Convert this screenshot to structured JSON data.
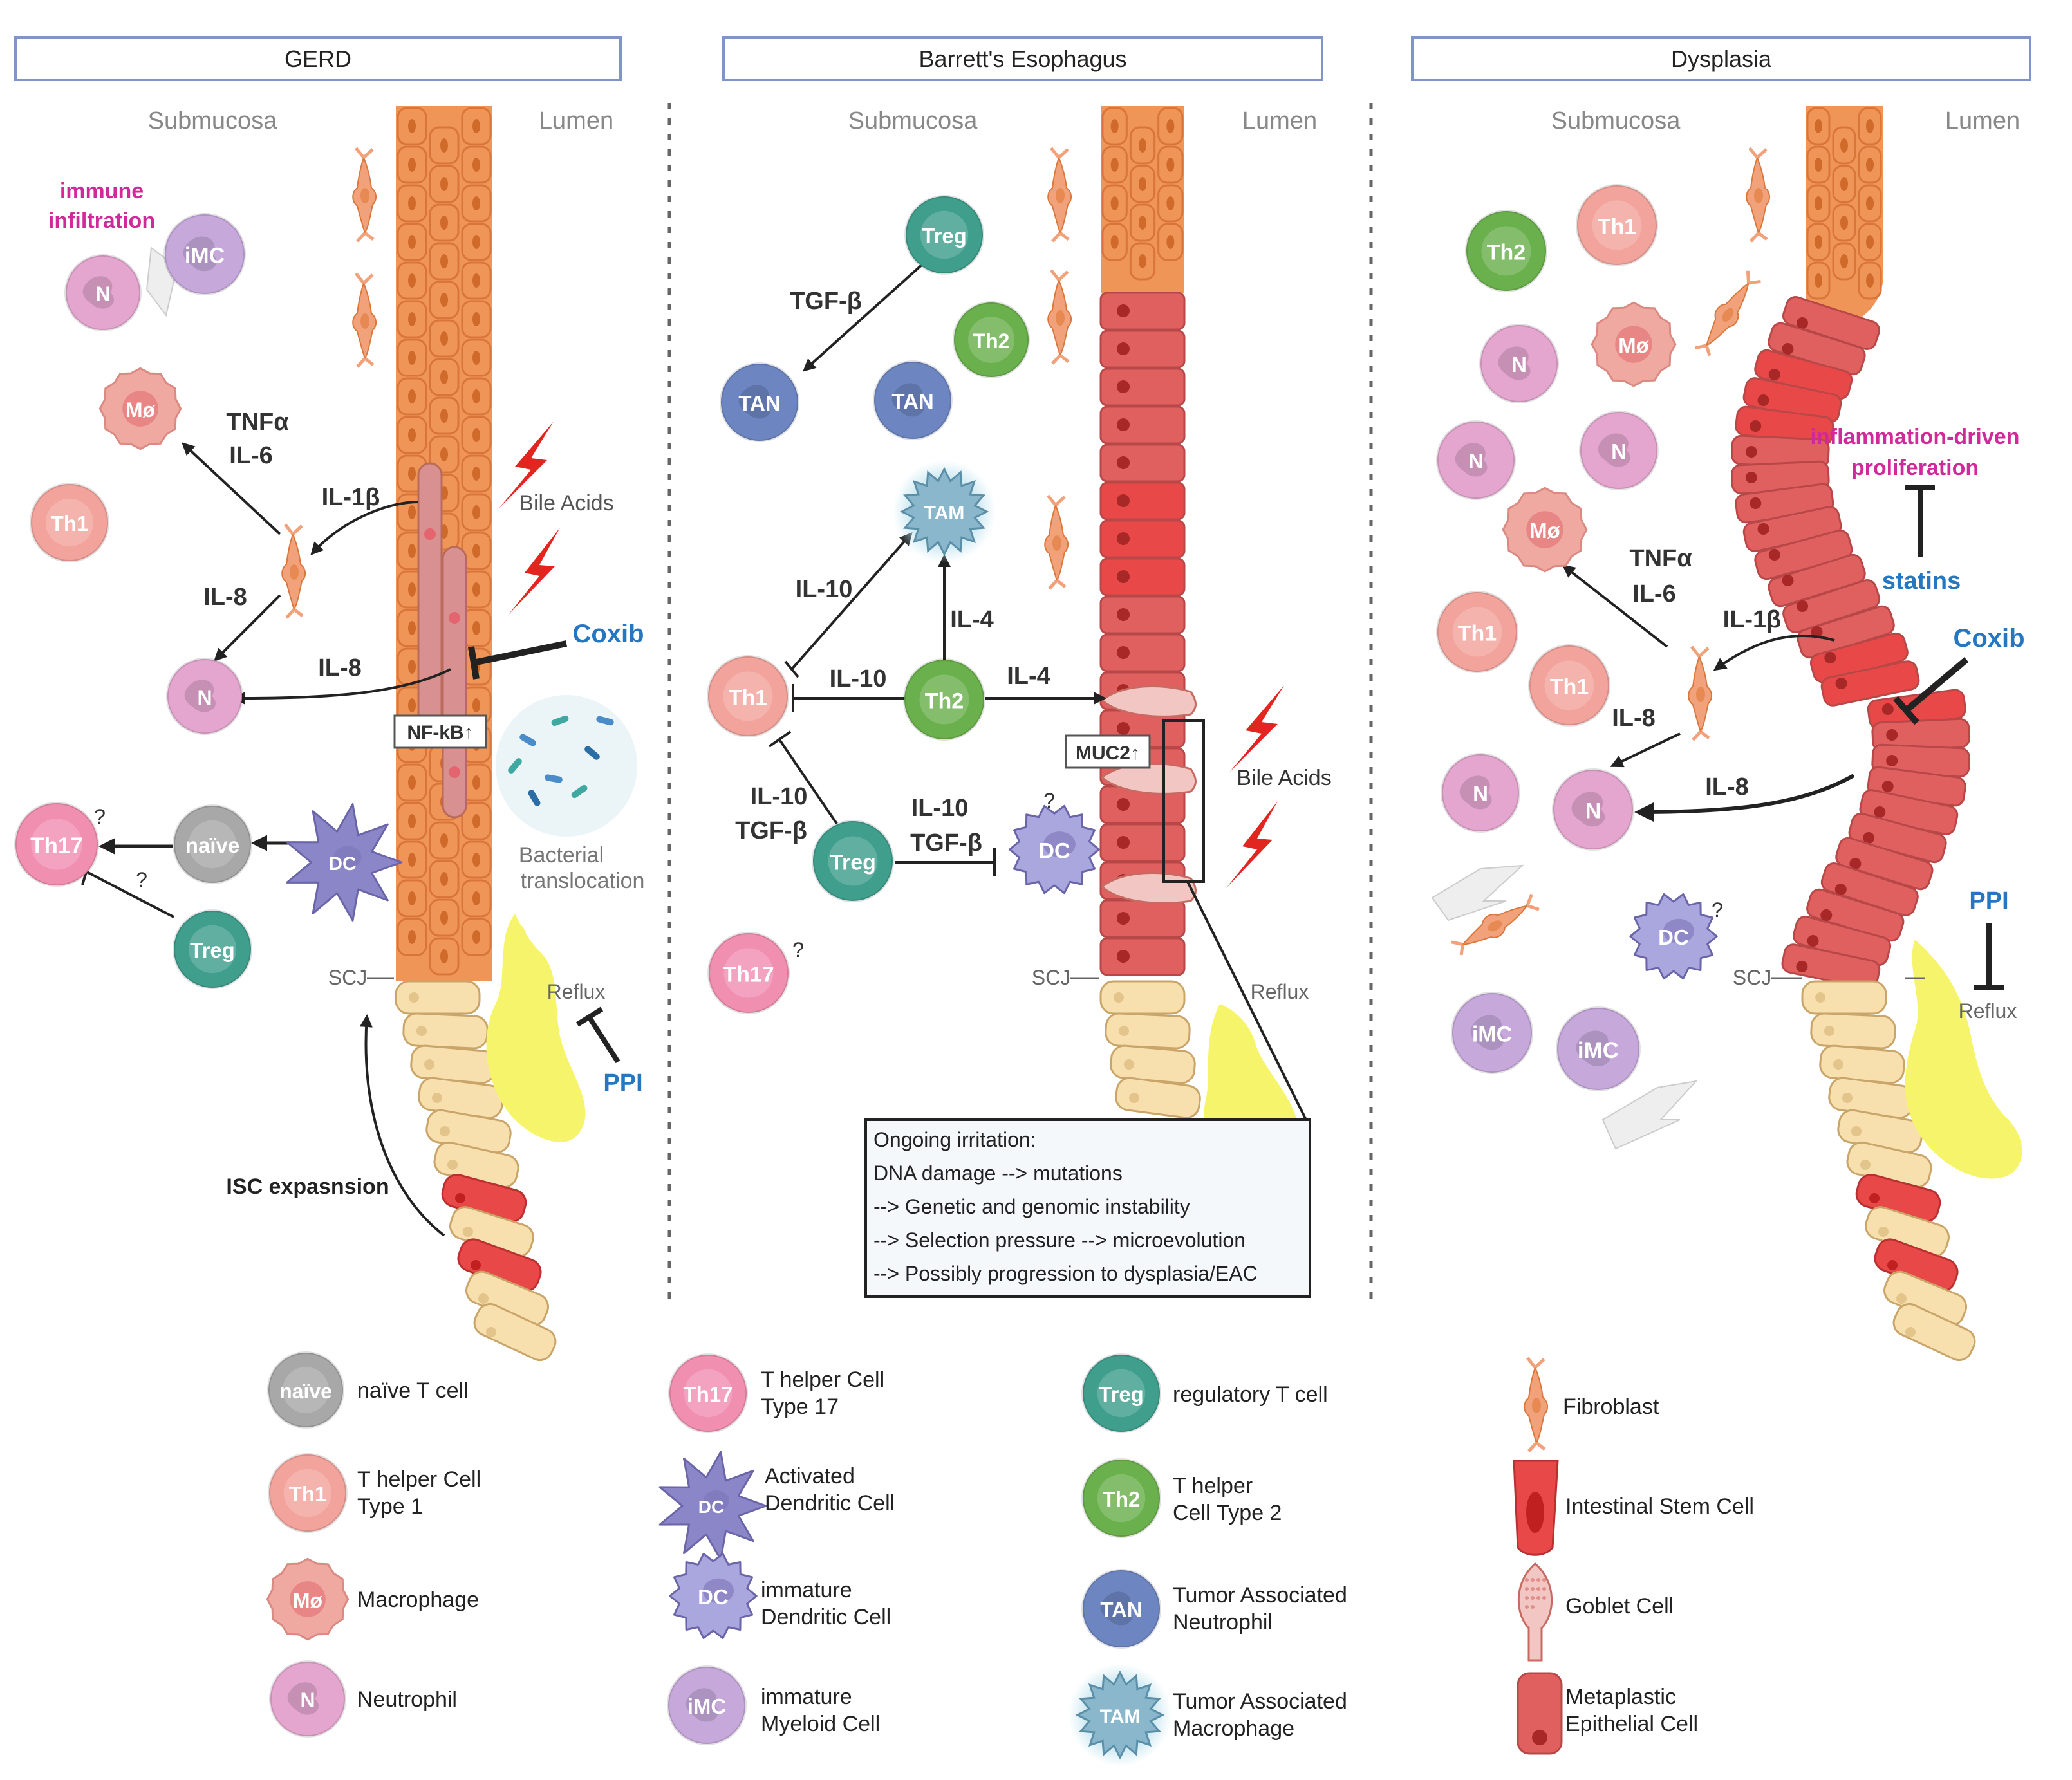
{
  "colors": {
    "tissue_orange": "#ef9558",
    "tissue_dark": "#d9753a",
    "metaplastic_red": "#e06060",
    "stem_red": "#e84848",
    "basal_beige": "#f7dfae",
    "reflux_yellow": "#f6f46a",
    "th1": "#f2a39b",
    "th2": "#6ab04c",
    "th17": "#f18fb1",
    "treg": "#3f9e8c",
    "naive": "#a8a8a8",
    "tan": "#6d86c1",
    "tam": "#8ab7cc",
    "dc": "#8b86c7",
    "idc": "#aaa6de",
    "imc": "#c6a8db",
    "macrophage": "#f0a9a0",
    "neutrophil": "#e4a5cf",
    "drug_blue": "#2577c2",
    "highlight_magenta": "#d0299a",
    "panel_border": "#7f95c8"
  },
  "panels": {
    "gerd": {
      "title": "GERD",
      "submucosa": "Submucosa",
      "lumen": "Lumen",
      "immune_infiltration": "immune\ninfiltration",
      "bile_acids": "Bile Acids",
      "coxib": "Coxib",
      "nfkb": "NF-kB↑",
      "bacterial": "Bacterial\ntranslocation",
      "scj": "SCJ",
      "reflux": "Reflux",
      "ppi": "PPI",
      "isc": "ISC expasnsion",
      "tnf": "TNFα",
      "il6": "IL-6",
      "il1b": "IL-1β",
      "il8a": "IL-8",
      "il8b": "IL-8",
      "q1": "?",
      "q2": "?"
    },
    "barrett": {
      "title": "Barrett's Esophagus",
      "submucosa": "Submucosa",
      "lumen": "Lumen",
      "tgfb": "TGF-β",
      "il10a": "IL-10",
      "il4a": "IL-4",
      "il10b": "IL-10",
      "il4b": "IL-4",
      "il10c": "IL-10",
      "tgfb2": "TGF-β",
      "il10d": "IL-10",
      "tgfb3": "TGF-β",
      "muc2": "MUC2↑",
      "bile_acids": "Bile Acids",
      "scj": "SCJ",
      "reflux": "Reflux",
      "q1": "?",
      "q2": "?",
      "box_lines": [
        "Ongoing irritation:",
        "DNA damage --> mutations",
        "--> Genetic and genomic instability",
        "--> Selection pressure --> microevolution",
        "--> Possibly progression to dysplasia/EAC"
      ]
    },
    "dysplasia": {
      "title": "Dysplasia",
      "submucosa": "Submucosa",
      "lumen": "Lumen",
      "inflammation": "inflammation-driven\nproliferation",
      "statins": "statins",
      "coxib": "Coxib",
      "tnf": "TNFα",
      "il6": "IL-6",
      "il1b": "IL-1β",
      "il8a": "IL-8",
      "il8b": "IL-8",
      "ppi": "PPI",
      "scj": "SCJ",
      "reflux": "Reflux",
      "q1": "?"
    }
  },
  "cells": {
    "naive": "naïve",
    "th1": "Th1",
    "th2": "Th2",
    "th17": "Th17",
    "treg": "Treg",
    "tan": "TAN",
    "tam": "TAM",
    "dc": "DC",
    "imc": "iMC",
    "mo": "Mø",
    "n": "N"
  },
  "legend": {
    "naive": "naïve T cell",
    "th1": "T helper Cell\nType 1",
    "mo": "Macrophage",
    "n": "Neutrophil",
    "th17": "T helper Cell\nType 17",
    "adc": "Activated\nDendritic Cell",
    "idc": "immature\nDendritic Cell",
    "imc": "immature\nMyeloid Cell",
    "treg": "regulatory T cell",
    "th2": "T helper\nCell Type 2",
    "tan": "Tumor Associated\nNeutrophil",
    "tam": "Tumor Associated\nMacrophage",
    "fibroblast": "Fibroblast",
    "isc": "Intestinal Stem Cell",
    "goblet": "Goblet Cell",
    "metaplastic": "Metaplastic\nEpithelial Cell"
  }
}
